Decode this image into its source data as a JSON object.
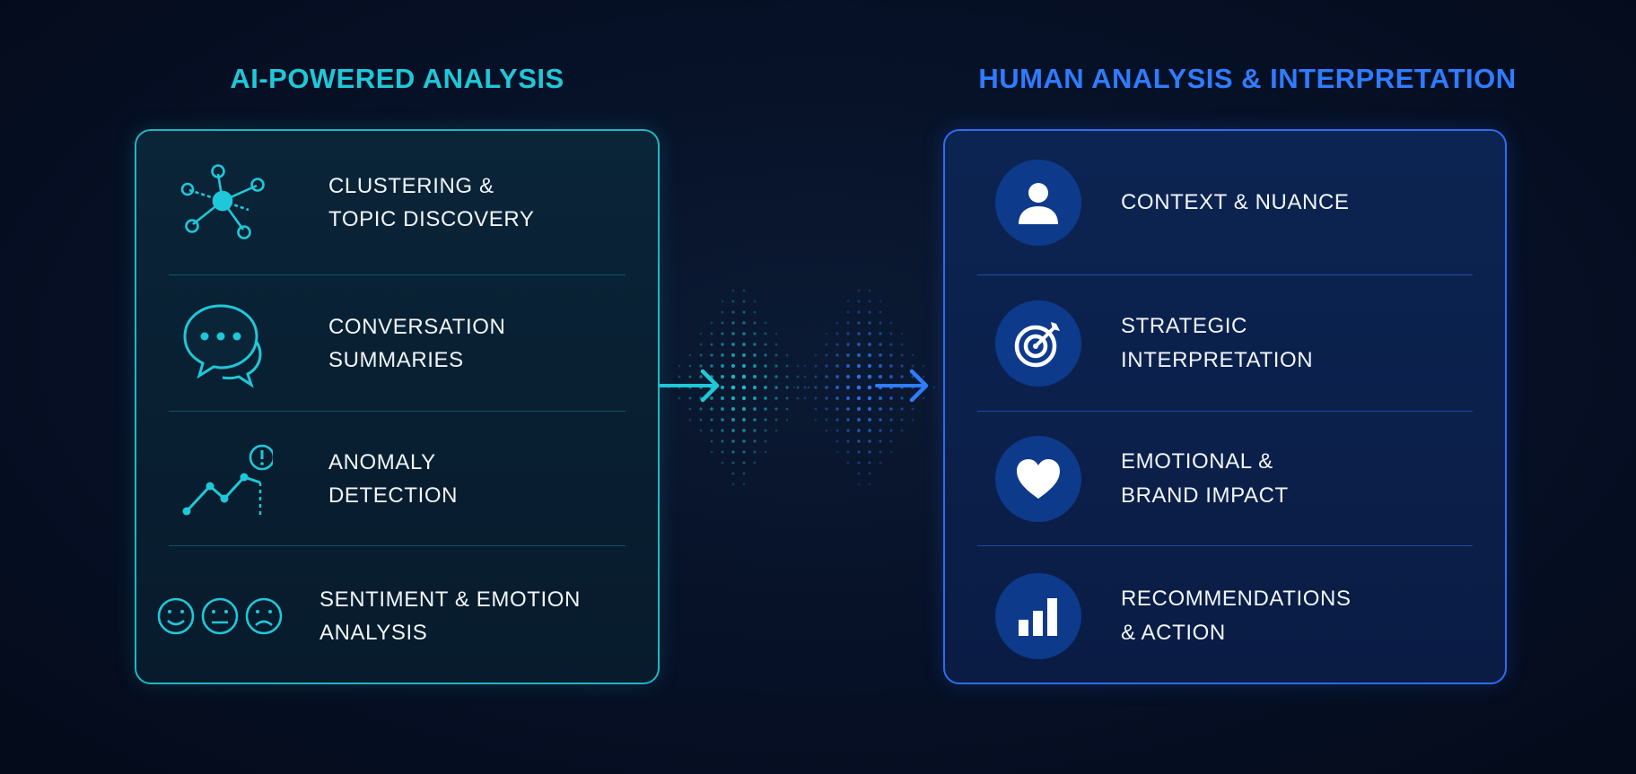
{
  "ai_section": {
    "title": "AI-POWERED ANALYSIS",
    "accent_color": "#1ec8d8",
    "items": [
      {
        "icon": "network-nodes-icon",
        "lines": [
          "CLUSTERING &",
          "TOPIC DISCOVERY"
        ]
      },
      {
        "icon": "chat-bubbles-icon",
        "lines": [
          "CONVERSATION",
          "SUMMARIES"
        ]
      },
      {
        "icon": "anomaly-line-chart-icon",
        "lines": [
          "ANOMALY",
          "DETECTION"
        ]
      },
      {
        "icon": "sentiment-faces-icon",
        "lines": [
          "SENTIMENT & EMOTION",
          "ANALYSIS"
        ]
      }
    ]
  },
  "human_section": {
    "title": "HUMAN ANALYSIS & INTERPRETATION",
    "accent_color": "#2f7cff",
    "items": [
      {
        "icon": "person-icon",
        "lines": [
          "CONTEXT & NUANCE"
        ]
      },
      {
        "icon": "target-icon",
        "lines": [
          "STRATEGIC",
          "INTERPRETATION"
        ]
      },
      {
        "icon": "heart-icon",
        "lines": [
          "EMOTIONAL &",
          "BRAND IMPACT"
        ]
      },
      {
        "icon": "bar-chart-icon",
        "lines": [
          "RECOMMENDATIONS",
          "& ACTION"
        ]
      }
    ]
  },
  "connector": {
    "icon": "arrow-right-icon"
  }
}
